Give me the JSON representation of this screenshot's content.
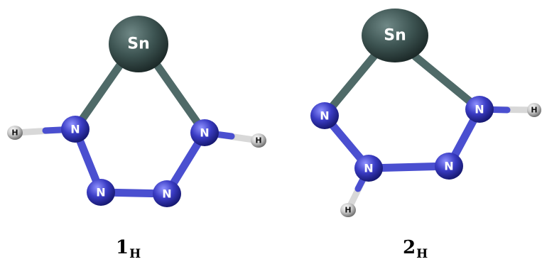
{
  "molecules": [
    {
      "label_main": "1",
      "label_sub": "H",
      "atoms": {
        "sn": "Sn",
        "n_left": "N",
        "n_right": "N",
        "n_bottom_left": "N",
        "n_bottom_right": "N",
        "h_left": "H",
        "h_right": "H"
      }
    },
    {
      "label_main": "2",
      "label_sub": "H",
      "atoms": {
        "sn": "Sn",
        "n_left": "N",
        "n_right": "N",
        "n_bottom_left": "N",
        "n_bottom_right": "N",
        "h_bottom": "H",
        "h_right": "H"
      }
    }
  ],
  "colors": {
    "tin": "#3d5452",
    "nitrogen": "#3a3cc4",
    "hydrogen": "#cfcfcf",
    "bond_n": "#4a4fd0",
    "bond_sn": "#4f6a68"
  }
}
